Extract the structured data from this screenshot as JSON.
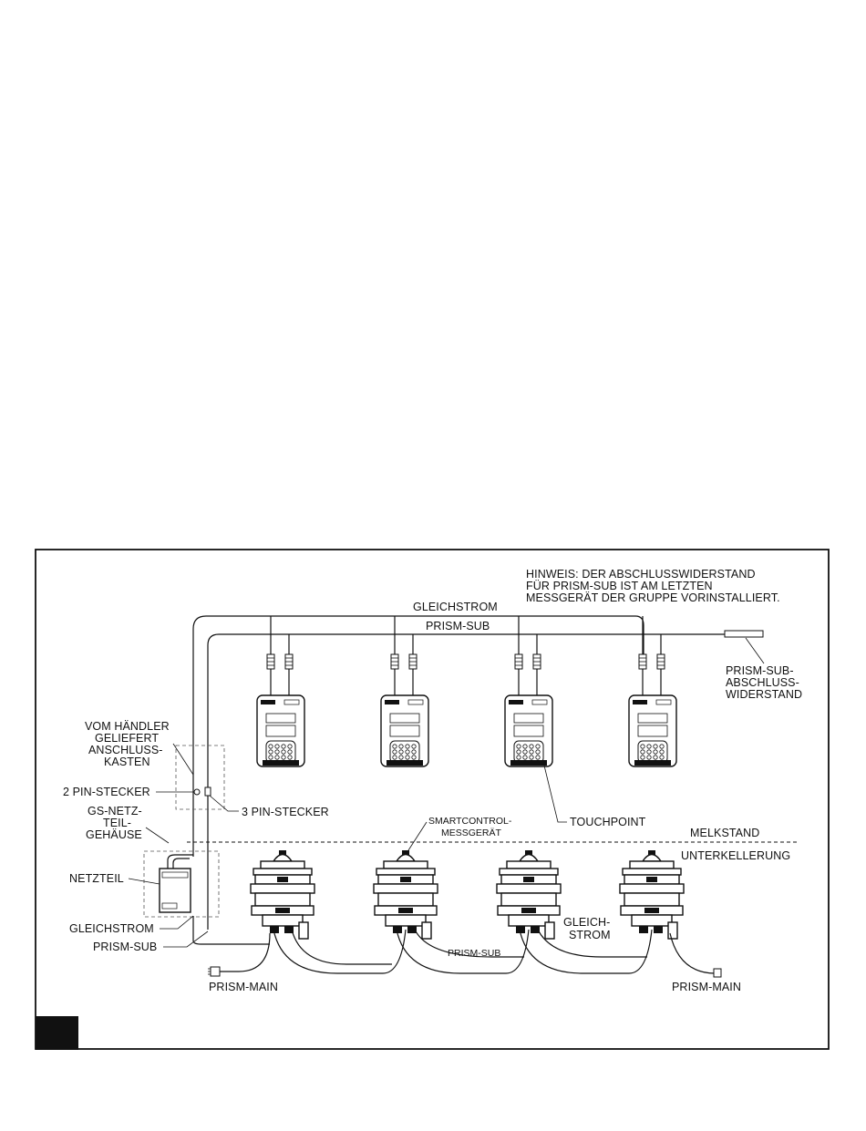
{
  "note": {
    "line1": "HINWEIS: DER ABSCHLUSSWIDERSTAND",
    "line2": "FÜR PRISM-SUB IST AM LETZTEN",
    "line3": "MESSGERÄT DER GRUPPE VORINSTALLIERT."
  },
  "labels": {
    "gleichstrom_top": "GLEICHSTROM",
    "prism_sub_top": "PRISM-SUB",
    "terminator": [
      "PRISM-SUB-",
      "ABSCHLUSS-",
      "WIDERSTAND"
    ],
    "junction_box": [
      "VOM HÄNDLER",
      "GELIEFERT",
      "ANSCHLUSS-",
      "KASTEN"
    ],
    "pin2": "2 PIN-STECKER",
    "pin3": "3 PIN-STECKER",
    "psu_housing": [
      "GS-NETZ-",
      "TEIL-",
      "GEHÄUSE"
    ],
    "netzteil": "NETZTEIL",
    "gleichstrom_left": "GLEICHSTROM",
    "prism_sub_left": "PRISM-SUB",
    "smartcontrol": [
      "SMARTCONTROL-",
      "MESSGERÄT"
    ],
    "touchpoint": "TOUCHPOINT",
    "melkstand": "MELKSTAND",
    "unterkellerung": "UNTERKELLERUNG",
    "gleich_strom_right": [
      "GLEICH-",
      "STROM"
    ],
    "prism_sub_bottom": "PRISM-SUB",
    "prism_main_left": "PRISM-MAIN",
    "prism_main_right": "PRISM-MAIN"
  },
  "devices": {
    "touchpoint_count": 4,
    "meter_count": 4
  }
}
